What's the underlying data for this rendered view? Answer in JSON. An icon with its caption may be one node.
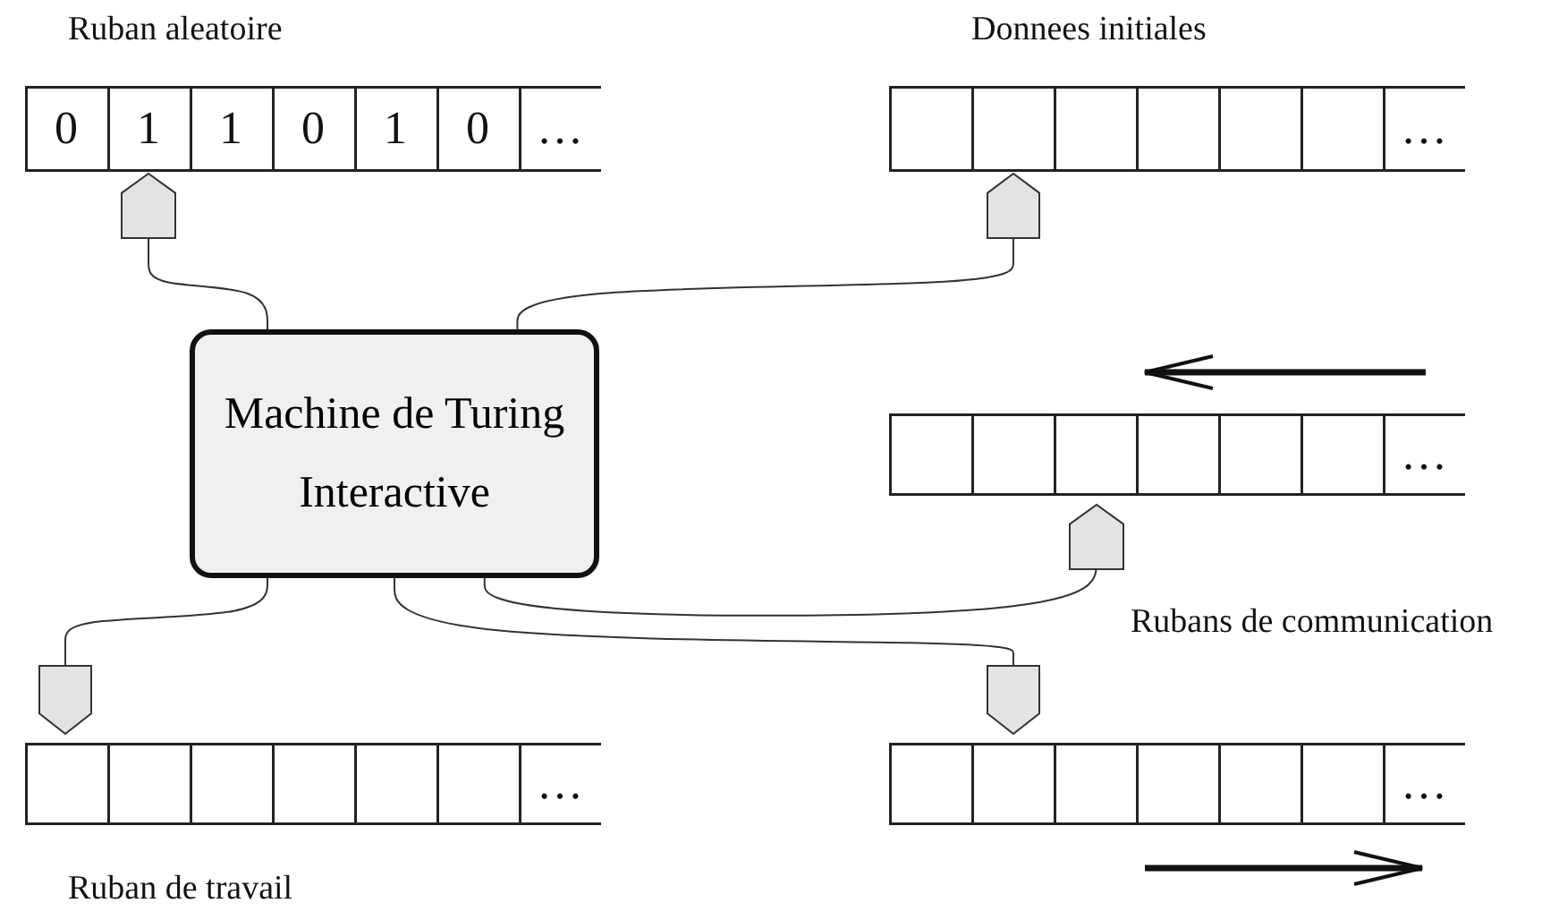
{
  "diagram": {
    "nodes": [
      {
        "text": [
          "0",
          "1",
          "1",
          "0",
          "1",
          "0",
          "…"
        ],
        "beside": [
          "Ruban aleatoire"
        ]
      },
      {
        "text": [
          "…"
        ],
        "beside": [
          "Donnees initiales"
        ]
      },
      {
        "text": [
          "Machine de Turing Interactive"
        ]
      },
      {
        "text": [
          "…"
        ]
      },
      {
        "text": [
          "…"
        ]
      },
      {
        "text": [
          "…"
        ],
        "beside": [
          "Ruban de travail"
        ]
      },
      {
        "text": [],
        "shape": "pentagon"
      },
      {
        "text": [],
        "shape": "pentagon"
      },
      {
        "text": [],
        "shape": "pentagon"
      },
      {
        "text": [],
        "shape": "pentagon"
      },
      {
        "text": [],
        "shape": "pentagon"
      }
    ],
    "edges": [
      {
        "from": 2,
        "to": 6,
        "arrow": "none"
      },
      {
        "from": 2,
        "to": 7,
        "arrow": "none"
      },
      {
        "from": 2,
        "to": 8,
        "arrow": "none"
      },
      {
        "from": 2,
        "to": 9,
        "arrow": "none"
      },
      {
        "from": 2,
        "to": 10,
        "arrow": "none"
      }
    ],
    "labels": [
      "Rubans de communication"
    ]
  }
}
